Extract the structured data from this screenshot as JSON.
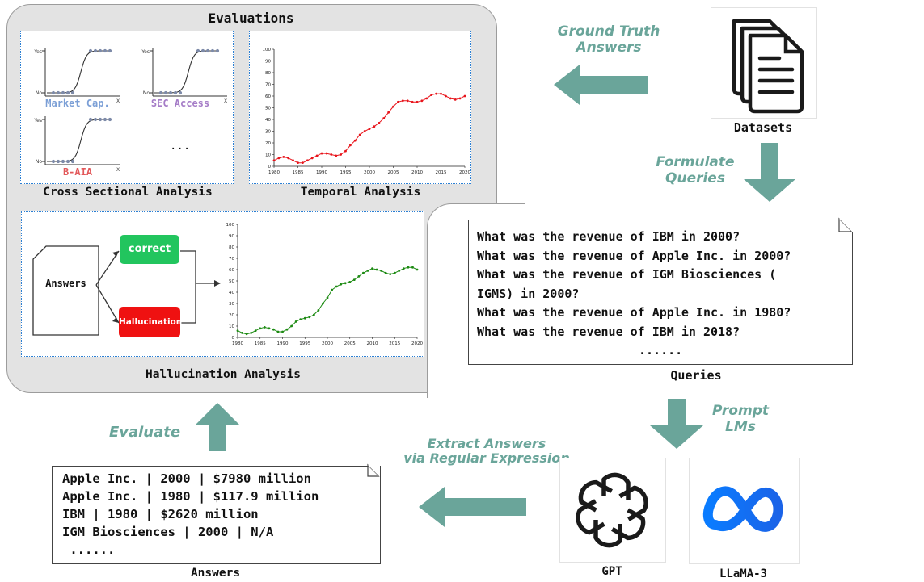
{
  "evaluations": {
    "title": "Evaluations",
    "cross_sectional": {
      "title": "Cross Sectional Analysis",
      "plots": [
        {
          "label": "Market Cap.",
          "color": "#7b9fd6"
        },
        {
          "label": "SEC Access",
          "color": "#a57cc7"
        },
        {
          "label": "B-AIA",
          "color": "#e2585a"
        }
      ],
      "axis_yes": "Yes",
      "axis_no": "No",
      "axis_x": "X",
      "ellipsis": "..."
    },
    "temporal": {
      "title": "Temporal Analysis",
      "chart_data": {
        "type": "line",
        "color": "#e8141b",
        "x": [
          1980,
          1981,
          1982,
          1983,
          1984,
          1985,
          1986,
          1987,
          1988,
          1989,
          1990,
          1991,
          1992,
          1993,
          1994,
          1995,
          1996,
          1997,
          1998,
          1999,
          2000,
          2001,
          2002,
          2003,
          2004,
          2005,
          2006,
          2007,
          2008,
          2009,
          2010,
          2011,
          2012,
          2013,
          2014,
          2015,
          2016,
          2017,
          2018,
          2019,
          2020
        ],
        "y": [
          5,
          7,
          8,
          7,
          5,
          3,
          3,
          5,
          7,
          9,
          11,
          11,
          10,
          9,
          10,
          13,
          18,
          22,
          27,
          30,
          32,
          34,
          37,
          41,
          46,
          51,
          55,
          56,
          56,
          55,
          55,
          56,
          58,
          61,
          62,
          62,
          60,
          58,
          57,
          58,
          60
        ],
        "xlim": [
          1980,
          2020
        ],
        "ylim": [
          0,
          100
        ],
        "xticks": [
          1980,
          1985,
          1990,
          1995,
          2000,
          2005,
          2010,
          2015,
          2020
        ],
        "yticks": [
          0,
          10,
          20,
          30,
          40,
          50,
          60,
          70,
          80,
          90,
          100
        ]
      }
    },
    "hallucination": {
      "title": "Hallucination Analysis",
      "answers_label": "Answers",
      "correct_label": "correct",
      "correct_color": "#22c55e",
      "hallucination_label": "Hallucination",
      "hallucination_color": "#ef1111",
      "chart_data": {
        "type": "line",
        "color": "#1c8a12",
        "x": [
          1980,
          1981,
          1982,
          1983,
          1984,
          1985,
          1986,
          1987,
          1988,
          1989,
          1990,
          1991,
          1992,
          1993,
          1994,
          1995,
          1996,
          1997,
          1998,
          1999,
          2000,
          2001,
          2002,
          2003,
          2004,
          2005,
          2006,
          2007,
          2008,
          2009,
          2010,
          2011,
          2012,
          2013,
          2014,
          2015,
          2016,
          2017,
          2018,
          2019,
          2020
        ],
        "y": [
          6,
          4,
          3,
          4,
          6,
          8,
          9,
          8,
          7,
          5,
          5,
          7,
          10,
          14,
          16,
          17,
          18,
          20,
          24,
          30,
          35,
          42,
          45,
          47,
          48,
          49,
          51,
          54,
          57,
          59,
          61,
          60,
          59,
          57,
          56,
          57,
          59,
          61,
          62,
          62,
          60
        ],
        "xlim": [
          1980,
          2020
        ],
        "ylim": [
          0,
          100
        ],
        "xticks": [
          1980,
          1985,
          1990,
          1995,
          2000,
          2005,
          2010,
          2015,
          2020
        ],
        "yticks": [
          0,
          10,
          20,
          30,
          40,
          50,
          60,
          70,
          80,
          90,
          100
        ]
      }
    }
  },
  "arrows": {
    "ground_truth": "Ground Truth\nAnswers",
    "formulate": "Formulate\nQueries",
    "prompt": "Prompt\nLMs",
    "extract": "Extract Answers\nvia Regular Expression",
    "evaluate": "Evaluate"
  },
  "datasets": {
    "label": "Datasets"
  },
  "queries": {
    "label": "Queries",
    "lines": [
      "What was the revenue of IBM in 2000?",
      "What was the revenue of Apple Inc. in 2000?",
      "What was the revenue of IGM Biosciences (",
      "IGMS) in 2000?",
      "What was the revenue of Apple Inc. in 1980?",
      "What was the revenue of IBM in 2018?",
      "......"
    ]
  },
  "models": [
    {
      "label": "GPT",
      "icon": "openai-logo-icon"
    },
    {
      "label": "LLaMA-3",
      "icon": "meta-logo-icon"
    }
  ],
  "answers": {
    "label": "Answers",
    "lines": [
      "Apple Inc. | 2000 | $7980 million",
      "Apple Inc. | 1980 | $117.9 million",
      "IBM | 1980 | $2620 million",
      "IGM Biosciences | 2000 | N/A",
      " ......"
    ]
  },
  "colors": {
    "teal": "#6aa59a",
    "blue_logo": "#1877f2"
  }
}
